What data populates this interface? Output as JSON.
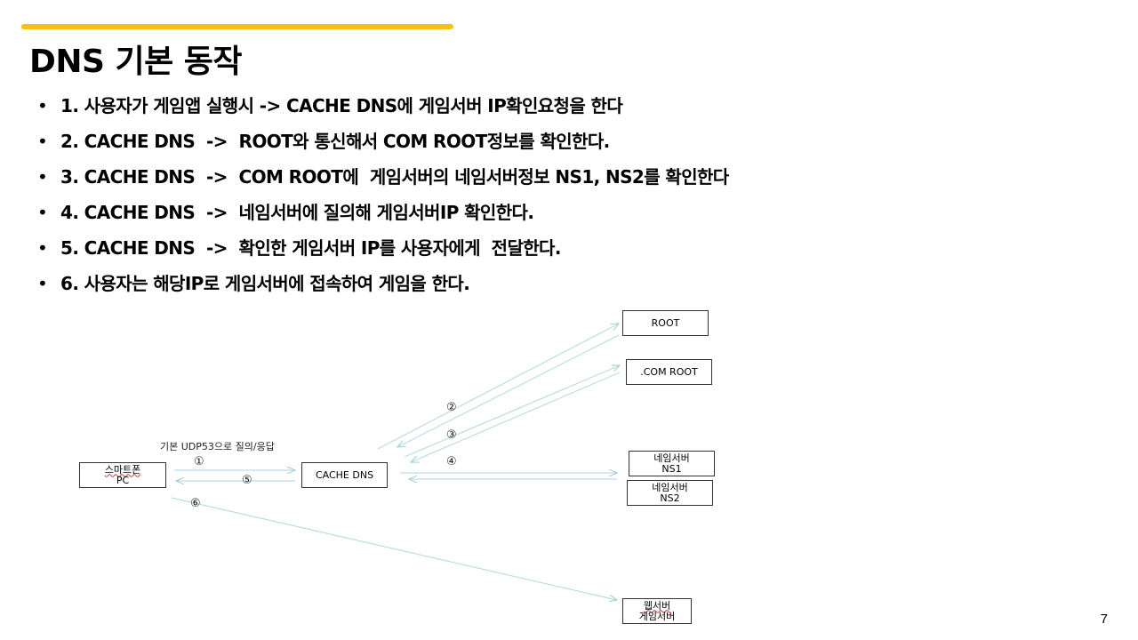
{
  "slide": {
    "title": "DNS 기본 동작",
    "accent_color": "#f9c00f",
    "page_number": "7"
  },
  "bullets": [
    "1. 사용자가 게임앱 실행시 -> CACHE DNS에 게임서버 IP확인요청을 한다",
    "2. CACHE DNS  ->  ROOT와 통신해서 COM ROOT정보를 확인한다.",
    "3. CACHE DNS  ->  COM ROOT에  게임서버의 네임서버정보 NS1, NS2를 확인한다",
    "4. CACHE DNS  ->  네임서버에 질의해 게임서버IP 확인한다.",
    "5. CACHE DNS  ->  확인한 게임서버 IP를 사용자에게  전달한다.",
    "6. 사용자는 해당IP로 게임서버에 접속하여 게임을 한다."
  ],
  "diagram": {
    "caption": "기본 UDP53으로 질의/응답",
    "line_color": "#bcdde0",
    "nodes": {
      "client": {
        "line1": "스마트폰",
        "line2": "PC"
      },
      "cache_dns": {
        "label": "CACHE DNS"
      },
      "root": {
        "label": "ROOT"
      },
      "com_root": {
        "label": ".COM ROOT"
      },
      "ns1": {
        "line1": "네임서버",
        "line2": "NS1"
      },
      "ns2": {
        "line1": "네임서버",
        "line2": "NS2"
      },
      "game_server": {
        "line1": "웹서버",
        "line2": "게임서버"
      }
    },
    "steps": [
      "①",
      "②",
      "③",
      "④",
      "⑤",
      "⑥"
    ]
  }
}
